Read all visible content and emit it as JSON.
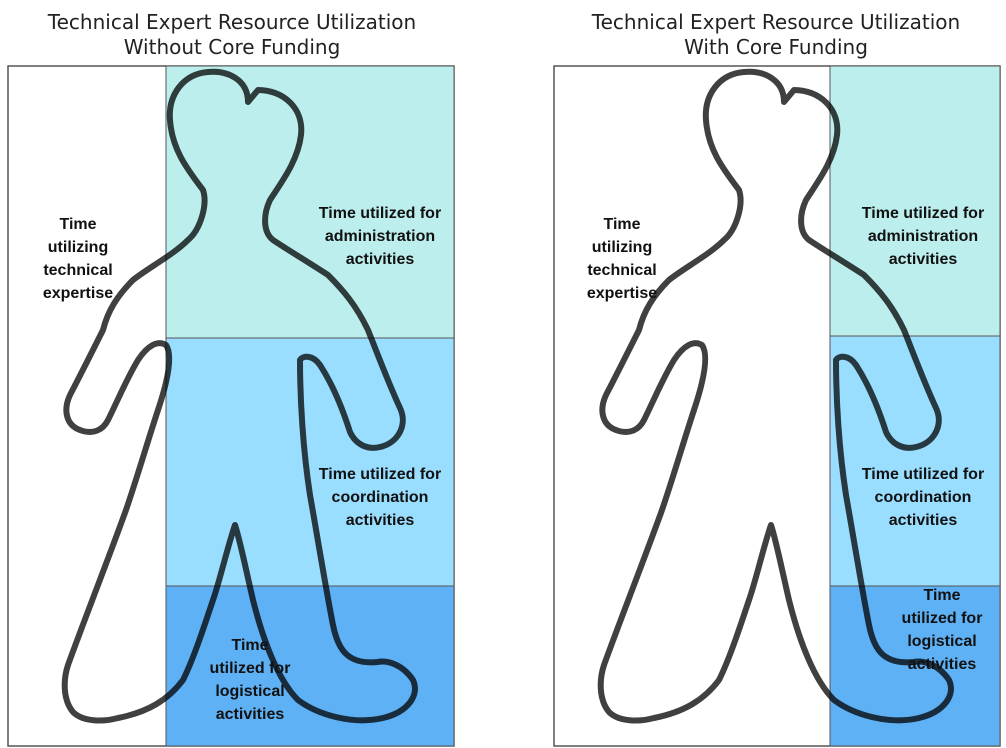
{
  "panels": [
    {
      "title_line1": "Technical Expert Resource Utilization",
      "title_line2": "Without Core Funding",
      "technical_label": [
        "Time",
        "utilizing",
        "technical",
        "expertise"
      ],
      "admin_label": [
        "Time utilized for",
        "administration",
        "activities"
      ],
      "coord_label": [
        "Time utilized for",
        "coordination",
        "activities"
      ],
      "logistic_label": [
        "Time",
        "utilized for",
        "logistical",
        "activities"
      ]
    },
    {
      "title_line1": "Technical Expert Resource Utilization",
      "title_line2": "With Core Funding",
      "technical_label": [
        "Time",
        "utilizing",
        "technical",
        "expertise"
      ],
      "admin_label": [
        "Time utilized for",
        "administration",
        "activities"
      ],
      "coord_label": [
        "Time utilized for",
        "coordination",
        "activities"
      ],
      "logistic_label": [
        "Time",
        "utilized for",
        "logistical",
        "activities"
      ]
    }
  ],
  "colors": {
    "administration": "#bdeeee",
    "coordination": "#99ddff",
    "logistical": "#5fb1f5",
    "outline": "#000000"
  }
}
